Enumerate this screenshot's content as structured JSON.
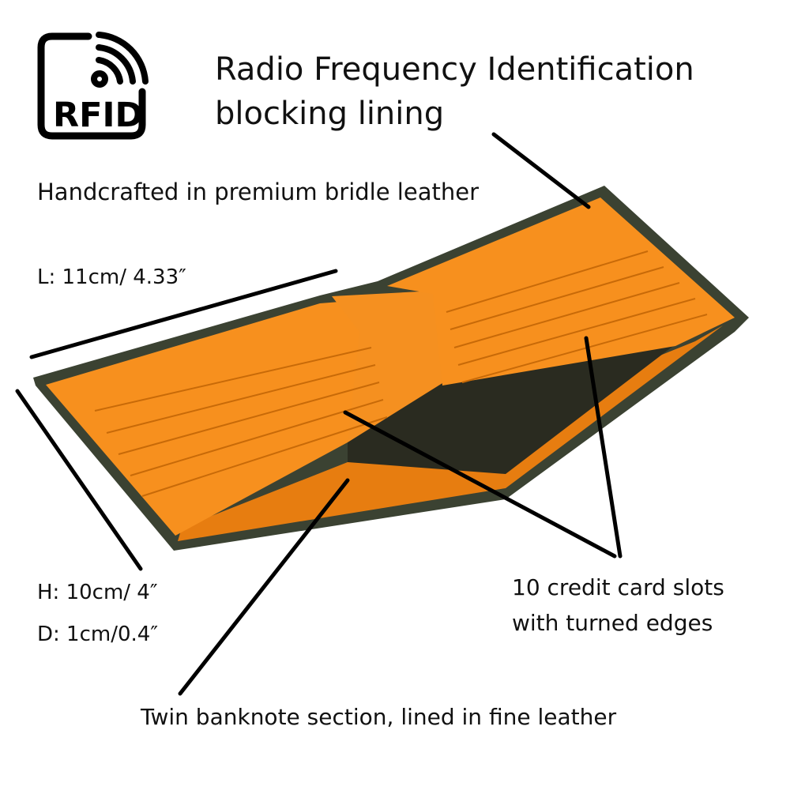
{
  "rfid_badge": {
    "label": "RFID",
    "icon": "rfid-wireless-icon"
  },
  "title": {
    "line1": "Radio Frequency Identification",
    "line2": "blocking lining"
  },
  "features": {
    "material": "Handcrafted in premium bridle leather",
    "card_slots_line1": "10 credit card slots",
    "card_slots_line2": "with turned edges",
    "banknote": "Twin banknote section, lined in fine leather"
  },
  "dimensions": {
    "length": "L: 11cm/ 4.33″",
    "height": "H: 10cm/ 4″",
    "depth": "D: 1cm/0.4″"
  },
  "colors": {
    "leather_outer": "#3b4232",
    "lining": "#f7901e",
    "lining_shade": "#e77d10",
    "annotation": "#000000"
  }
}
